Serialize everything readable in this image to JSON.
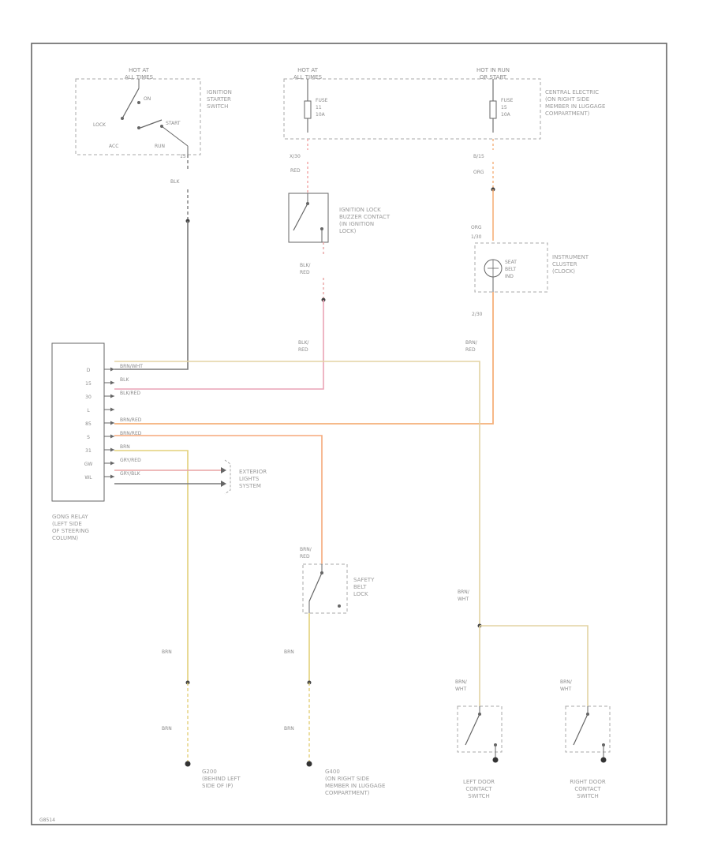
{
  "colors": {
    "black_wire": "#7a7a7a",
    "red_wire": "#f2a3a3",
    "orange_wire": "#f5b07a",
    "yellow_wire": "#e3d07a",
    "tan_wire": "#e3d3a3",
    "outline": "#666666",
    "dashed": "#a8a8a8",
    "text": "#8a8a8a"
  },
  "ignition": {
    "hot": [
      "HOT AT",
      "ALL TIMES"
    ],
    "name": [
      "IGNITION",
      "STARTER",
      "SWITCH"
    ],
    "on": "ON",
    "lock": "LOCK",
    "start": "START",
    "acc": "ACC",
    "run": "RUN",
    "terminal": "15",
    "wire": "BLK"
  },
  "fuse_box": {
    "hot_left": [
      "HOT AT",
      "ALL TIMES"
    ],
    "hot_right": [
      "HOT IN RUN",
      "OR START"
    ],
    "fuse_left": [
      "FUSE",
      "11",
      "10A"
    ],
    "fuse_right": [
      "FUSE",
      "15",
      "10A"
    ],
    "name": [
      "CENTRAL ELECTRIC",
      "(ON RIGHT SIDE",
      "MEMBER IN LUGGAGE",
      "COMPARTMENT)"
    ],
    "pin_left": "X/30",
    "pin_right": "B/15",
    "wire_left": "RED",
    "wire_right": "ORG"
  },
  "buzzer_contact": {
    "name": [
      "IGNITION LOCK",
      "BUZZER CONTACT",
      "(IN IGNITION",
      "LOCK)"
    ],
    "wire": [
      "BLK/",
      "RED"
    ]
  },
  "cluster": {
    "wire_in": "ORG",
    "pin_in": "1/30",
    "lamp": [
      "SEAT",
      "BELT",
      "IND"
    ],
    "name": [
      "INSTRUMENT",
      "CLUSTER",
      "(CLOCK)"
    ],
    "pin_out": "2/30",
    "wire_out": [
      "BRN/",
      "RED"
    ]
  },
  "relay": {
    "pins": [
      "D",
      "15",
      "30",
      "L",
      "85",
      "S",
      "31",
      "GW",
      "WL"
    ],
    "wires": [
      "BRN/WHT",
      "BLK",
      "BLK/RED",
      "",
      "BRN/RED",
      "BRN/RED",
      "BRN",
      "GRY/RED",
      "GRY/BLK"
    ],
    "name": [
      "GONG RELAY",
      "(LEFT SIDE",
      "OF STEERING",
      "COLUMN)"
    ],
    "center_wire": [
      "BLK/",
      "RED"
    ]
  },
  "exterior_lights": {
    "name": [
      "EXTERIOR",
      "LIGHTS",
      "SYSTEM"
    ]
  },
  "safety_belt_lock": {
    "name": [
      "SAFETY",
      "BELT",
      "LOCK"
    ],
    "wire": [
      "BRN/",
      "RED"
    ]
  },
  "left_door_switch": {
    "name": [
      "LEFT DOOR",
      "CONTACT",
      "SWITCH"
    ],
    "wire": [
      "BRN/",
      "WHT"
    ]
  },
  "right_door_switch": {
    "name": [
      "RIGHT DOOR",
      "CONTACT",
      "SWITCH"
    ],
    "wire": [
      "BRN/",
      "WHT"
    ]
  },
  "door_junction_wire": [
    "BRN/",
    "WHT"
  ],
  "grounds": {
    "g1_wire_top": "BRN",
    "g1_wire_bottom": "BRN",
    "g1_name": [
      "G200",
      "(BEHIND LEFT",
      "SIDE OF IP)"
    ],
    "g2_wire_top": "BRN",
    "g2_wire_bottom": "BRN",
    "g2_name": [
      "G400",
      "(ON RIGHT SIDE",
      "MEMBER IN LUGGAGE",
      "COMPARTMENT)"
    ]
  },
  "footer_code": "G8514"
}
